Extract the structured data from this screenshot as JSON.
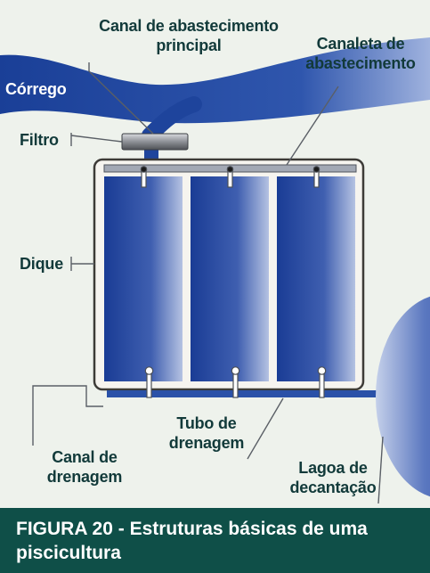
{
  "labels": {
    "canal_principal": [
      "Canal de abastecimento",
      "principal"
    ],
    "canaleta": [
      "Canaleta de",
      "abastecimento"
    ],
    "corrego": "Córrego",
    "filtro": "Filtro",
    "dique": "Dique",
    "tubo_drenagem": [
      "Tubo de",
      "drenagem"
    ],
    "canal_drenagem": [
      "Canal de",
      "drenagem"
    ],
    "lagoa": [
      "Lagoa de",
      "decantação"
    ]
  },
  "caption": {
    "text": "FIGURA 20 - Estruturas básicas de uma piscicultura"
  },
  "colors": {
    "water_dark": "#1a3f97",
    "water_light": "#a6b6dc",
    "caption_bg": "#0f4f48",
    "label": "#123a3a"
  }
}
